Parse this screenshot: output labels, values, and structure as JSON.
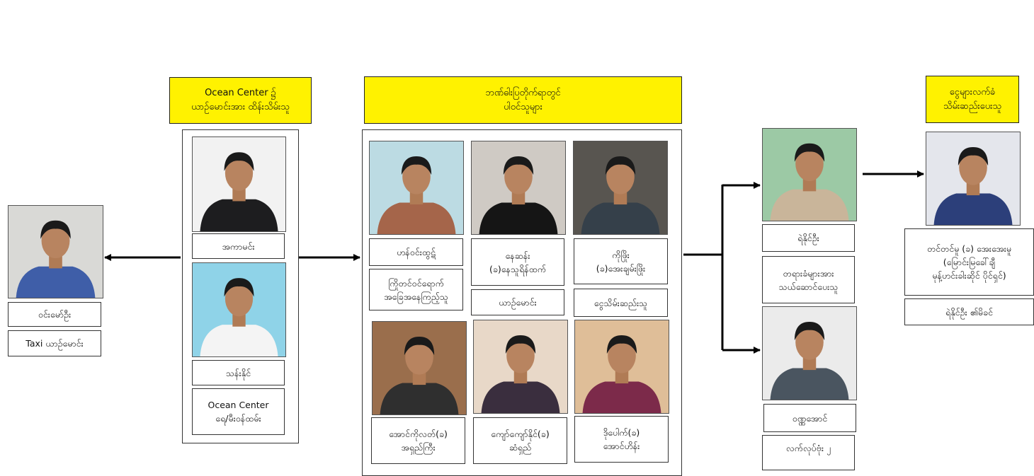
{
  "colors": {
    "header_fill": "#fff200",
    "border": "#222222",
    "arrow": "#000000"
  },
  "headers": {
    "ocean_center": [
      "Ocean Center ၌",
      "ယာဉ်မောင်းအား ထိန်းသိမ်းသူ"
    ],
    "boat": [
      "ဘဏ်ဓါးပြတိုက်ရာတွင်",
      "ပါဝင်သူများ"
    ],
    "money": [
      "ငွေများလက်ခံ",
      "သိမ်းဆည်းပေးသူ"
    ]
  },
  "people": {
    "driver": {
      "name": [
        "ဝင်းမော်ဦး"
      ],
      "role": [
        "Taxi ယာဉ်မောင်း"
      ],
      "shirt": "#3f5ea8",
      "bg": "#d9d9d6"
    },
    "p_akar": {
      "name": [
        "အကာမင်း"
      ],
      "shirt": "#1d1d1f",
      "bg": "#f2f2f2"
    },
    "p_than": {
      "name": [
        "သန်းနိုင်"
      ],
      "role": [
        "Ocean Center",
        "ရေ/မီးဝန်ထမ်း"
      ],
      "shirt": "#f4f4f4",
      "bg": "#8fd3e8"
    },
    "g1": {
      "name": [
        "ဟန်ဝင်းထွဋ်"
      ],
      "role": [
        "ကြိုတင်ဝင်ရောက်",
        "အခြေအနေကြည့်သူ"
      ],
      "shirt": "#a5654a",
      "bg": "#bcdbe3"
    },
    "g2": {
      "name": [
        "နေဆန်း",
        "(ခ)နေသူရိန်ထက်"
      ],
      "role": [
        "ယာဉ်မောင်း"
      ],
      "shirt": "#151515",
      "bg": "#cfcac4"
    },
    "g3": {
      "name": [
        "ကိုဖြိုး",
        "(ခ)အေးချမ်းဖြိုး"
      ],
      "role": [
        "ငွေသိမ်းဆည်းသူ"
      ],
      "shirt": "#35404a",
      "bg": "#585550"
    },
    "g4": {
      "name": [
        "အောင်ကိုလတ်(ခ)",
        "အရှည်ကြီး"
      ],
      "shirt": "#2f2f2f",
      "bg": "#9a6e4c"
    },
    "g5": {
      "name": [
        "ကျော်ကျော်နိုင်(ခ)",
        "ဆံရှည်"
      ],
      "shirt": "#3a2e3e",
      "bg": "#e8d8c8"
    },
    "g6": {
      "name": [
        "ဒိုပေါက်(ခ)",
        "အောင်ဟိန်း"
      ],
      "shirt": "#7c2a4a",
      "bg": "#dfbe98"
    },
    "r1": {
      "name": [
        "ရဲနိုင်ဦး"
      ],
      "role": [
        "တရားခံများအား",
        "သယ်ဆောင်ပေးသူ"
      ],
      "shirt": "#c9b59a",
      "bg": "#9cc9a5"
    },
    "r2": {
      "name": [
        "ဝဏ္ဏအောင်"
      ],
      "role": [
        "လက်လုပ်ဗုံး ၂"
      ],
      "shirt": "#4a5560",
      "bg": "#ebebeb"
    },
    "w": {
      "name": [
        "တင်တင်မူ (ခ) အေးအေးမူ",
        "(မြောင်းမြခေါ်ချီ",
        "မုန့်ဟင်းခါးဆိုင် ပိုင်ရှင်)"
      ],
      "role": [
        "ရဲနိုင်ဦး ၏မိခင်"
      ],
      "shirt": "#2c3f7a",
      "bg": "#e4e6ec"
    }
  }
}
